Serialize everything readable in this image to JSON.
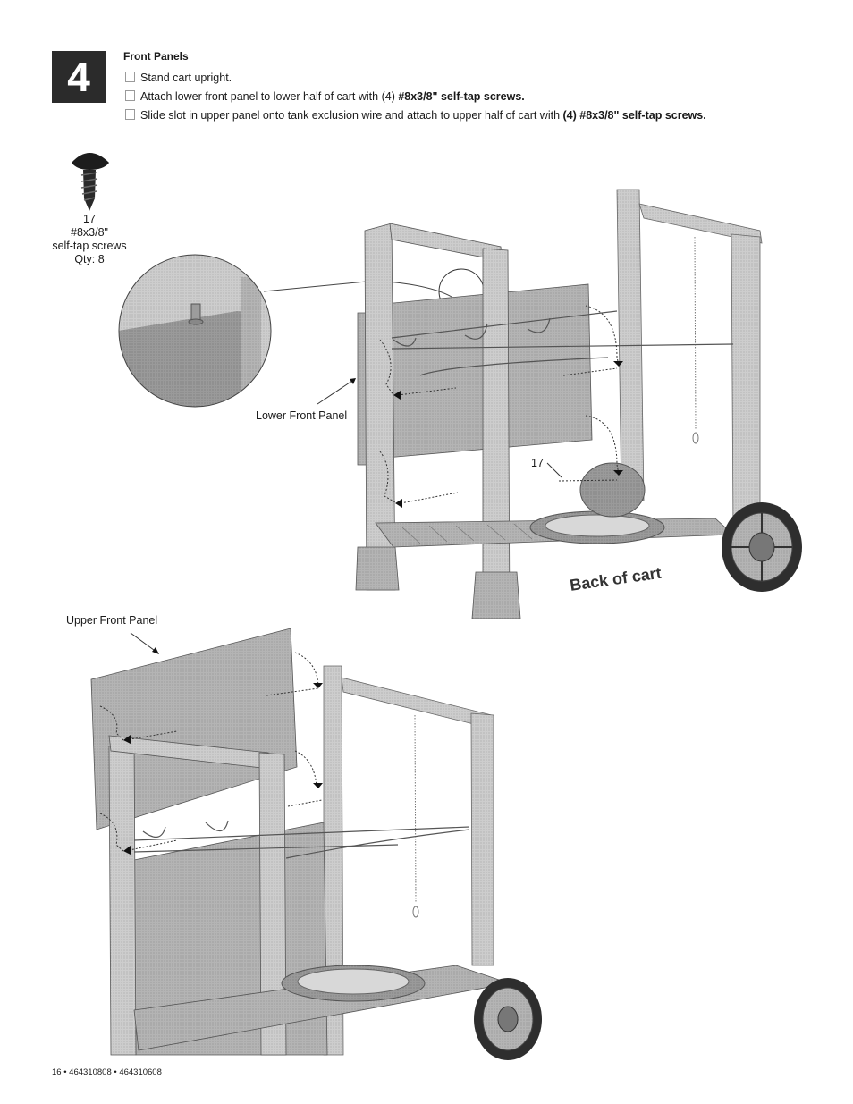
{
  "step": {
    "number": "4",
    "title": "Front Panels"
  },
  "instructions": [
    {
      "normal": "Stand cart upright.",
      "bold": ""
    },
    {
      "normal": "Attach lower front  panel to lower half of cart with (4) ",
      "bold": "#8x3/8\" self-tap screws."
    },
    {
      "normal": "Slide slot in upper panel onto tank exclusion wire and attach to upper half of cart with ",
      "bold": "(4) #8x3/8\" self-tap  screws."
    }
  ],
  "part": {
    "number": "17",
    "size": "#8x3/8\"",
    "type": "self-tap screws",
    "qty": "Qty: 8"
  },
  "labels": {
    "lower_front_panel": "Lower Front Panel",
    "upper_front_panel": "Upper Front Panel",
    "screw_callout": "17",
    "back_of_cart": "Back of cart"
  },
  "footer": "16 • 464310808 • 464310608",
  "colors": {
    "step_box": "#2b2b2b",
    "frame": "#c2c2c2",
    "panel": "#a8a8a8",
    "line": "#555555"
  }
}
